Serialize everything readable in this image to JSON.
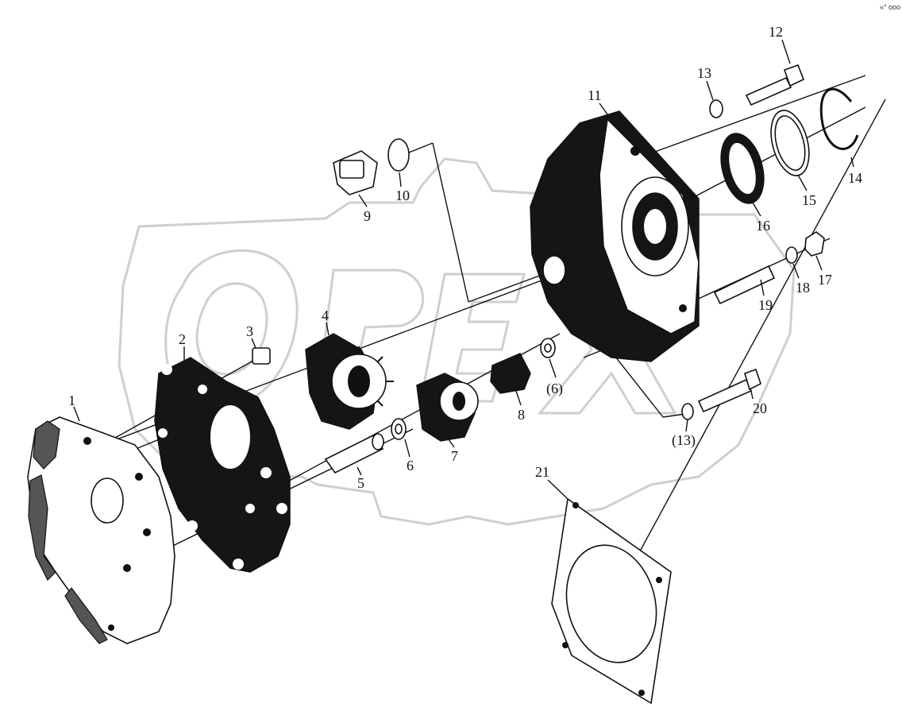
{
  "diagram": {
    "corner_mark": "«° ooo",
    "watermark_text": "OPEX",
    "callouts": [
      {
        "id": "1",
        "label": "1"
      },
      {
        "id": "2",
        "label": "2"
      },
      {
        "id": "3",
        "label": "3"
      },
      {
        "id": "4",
        "label": "4"
      },
      {
        "id": "5",
        "label": "5"
      },
      {
        "id": "6",
        "label": "6"
      },
      {
        "id": "6b",
        "label": "(6)"
      },
      {
        "id": "7",
        "label": "7"
      },
      {
        "id": "8",
        "label": "8"
      },
      {
        "id": "9",
        "label": "9"
      },
      {
        "id": "10",
        "label": "10"
      },
      {
        "id": "11",
        "label": "11"
      },
      {
        "id": "12",
        "label": "12"
      },
      {
        "id": "13",
        "label": "13"
      },
      {
        "id": "13b",
        "label": "(13)"
      },
      {
        "id": "14",
        "label": "14"
      },
      {
        "id": "15",
        "label": "15"
      },
      {
        "id": "16",
        "label": "16"
      },
      {
        "id": "17",
        "label": "17"
      },
      {
        "id": "18",
        "label": "18"
      },
      {
        "id": "19",
        "label": "19"
      },
      {
        "id": "20",
        "label": "20"
      },
      {
        "id": "21",
        "label": "21"
      }
    ]
  }
}
